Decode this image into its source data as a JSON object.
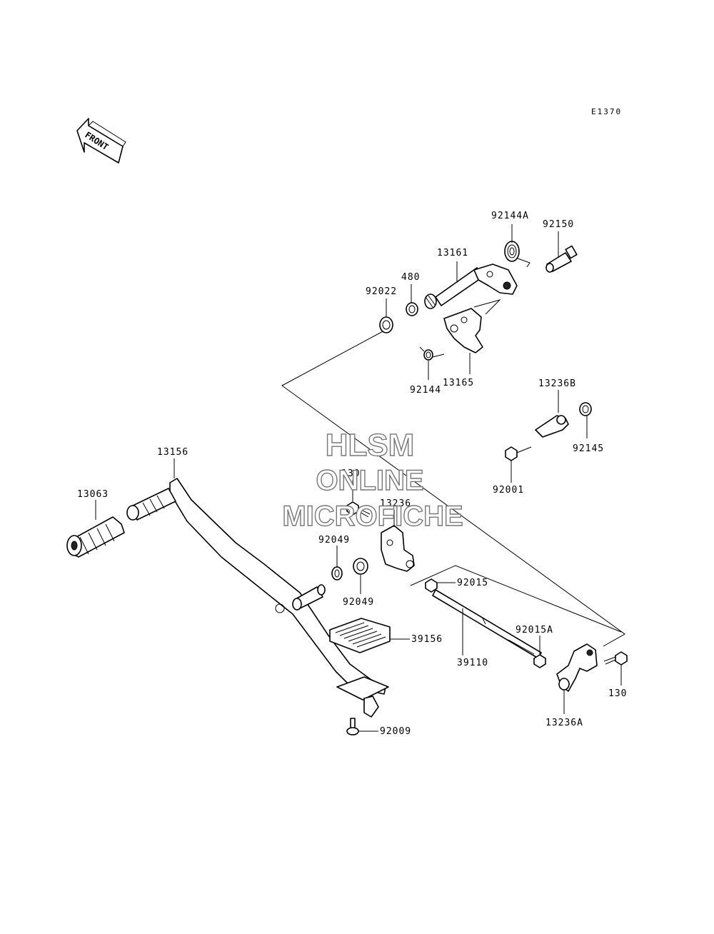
{
  "diagram_code": "E1370",
  "front_label": "FRONT",
  "watermark": [
    "HLSM",
    "ONLINE",
    "MICROFICHE"
  ],
  "labels": {
    "p92144A": "92144A",
    "p92150": "92150",
    "p13161": "13161",
    "p480": "480",
    "p92022": "92022",
    "p92144": "92144",
    "p13165": "13165",
    "p13236B": "13236B",
    "p92145": "92145",
    "p92001": "92001",
    "p13156": "13156",
    "p13063": "13063",
    "p130a": "130",
    "p13236": "13236",
    "p92049a": "92049",
    "p92049b": "92049",
    "p92015": "92015",
    "p92015A": "92015A",
    "p39156": "39156",
    "p39110": "39110",
    "p130b": "130",
    "p13236A": "13236A",
    "p92009": "92009"
  }
}
